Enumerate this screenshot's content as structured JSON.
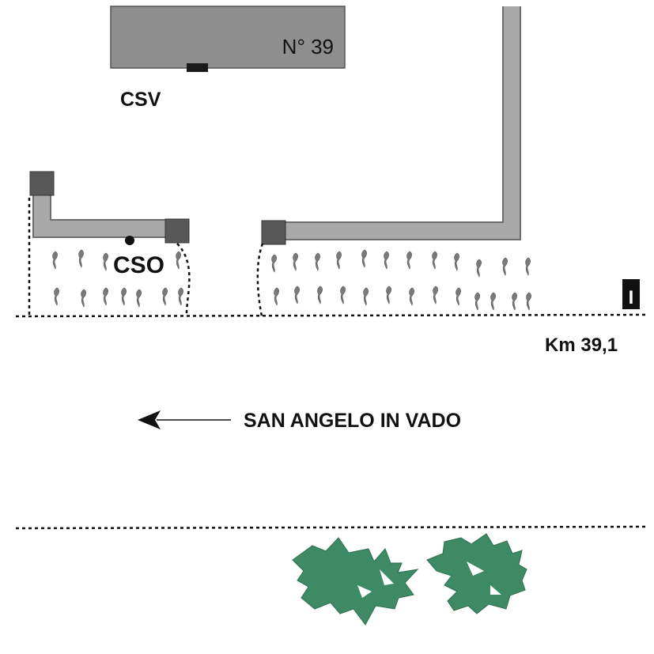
{
  "labels": {
    "building_number": "N° 39",
    "csv": "CSV",
    "cso": "CSO",
    "km": "Km 39,1",
    "direction": "SAN ANGELO IN VADO",
    "marker": "I"
  },
  "colors": {
    "building": "#8e8e8e",
    "wall": "#a9a9a9",
    "post": "#585858",
    "plant": "#7a7a7a",
    "tree": "#3e8a65",
    "ink": "#111111"
  },
  "icons": {
    "direction_arrow": "arrow-left-icon",
    "milestone": "milestone-icon",
    "tree": "tree-icon",
    "hedge_plant": "plant-icon"
  }
}
